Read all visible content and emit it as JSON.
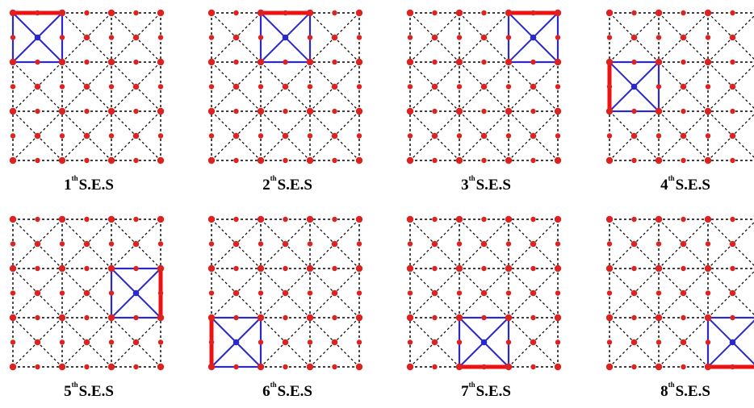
{
  "colors": {
    "grid": "#000000",
    "site": "#dd2222",
    "cell": "#2a2acc",
    "boundary": "#ee1111",
    "background": "#ffffff"
  },
  "panels": [
    {
      "number": "1",
      "superscript": "th",
      "suffix": "S.E.S",
      "cell": [
        0,
        0
      ],
      "boundary_side": "top"
    },
    {
      "number": "2",
      "superscript": "th",
      "suffix": "S.E.S",
      "cell": [
        1,
        0
      ],
      "boundary_side": "top"
    },
    {
      "number": "3",
      "superscript": "th",
      "suffix": "S.E.S",
      "cell": [
        2,
        0
      ],
      "boundary_side": "top"
    },
    {
      "number": "4",
      "superscript": "th",
      "suffix": "S.E.S",
      "cell": [
        0,
        1
      ],
      "boundary_side": "left"
    },
    {
      "number": "5",
      "superscript": "th",
      "suffix": "S.E.S",
      "cell": [
        2,
        1
      ],
      "boundary_side": "right"
    },
    {
      "number": "6",
      "superscript": "th",
      "suffix": "S.E.S",
      "cell": [
        0,
        2
      ],
      "boundary_side": "left"
    },
    {
      "number": "7",
      "superscript": "th",
      "suffix": "S.E.S",
      "cell": [
        1,
        2
      ],
      "boundary_side": "bottom"
    },
    {
      "number": "8",
      "superscript": "th",
      "suffix": "S.E.S",
      "cell": [
        2,
        2
      ],
      "boundary_side": "bottom"
    }
  ]
}
